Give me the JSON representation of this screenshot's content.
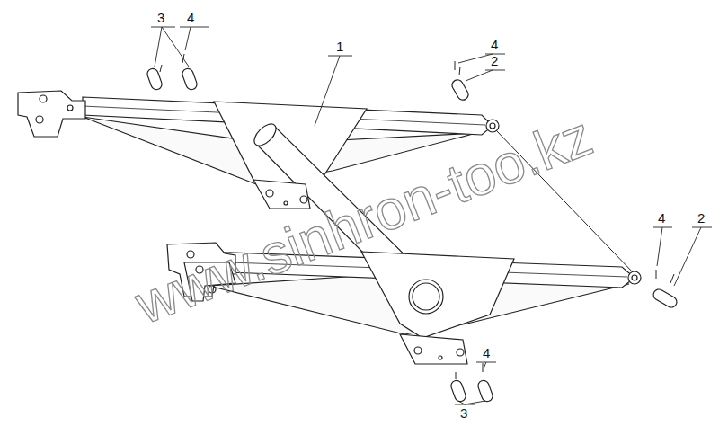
{
  "diagram": {
    "labels": [
      "3",
      "4",
      "1",
      "4",
      "2",
      "4",
      "2",
      "4",
      "3",
      "www.sinhron-too.kz"
    ]
  }
}
